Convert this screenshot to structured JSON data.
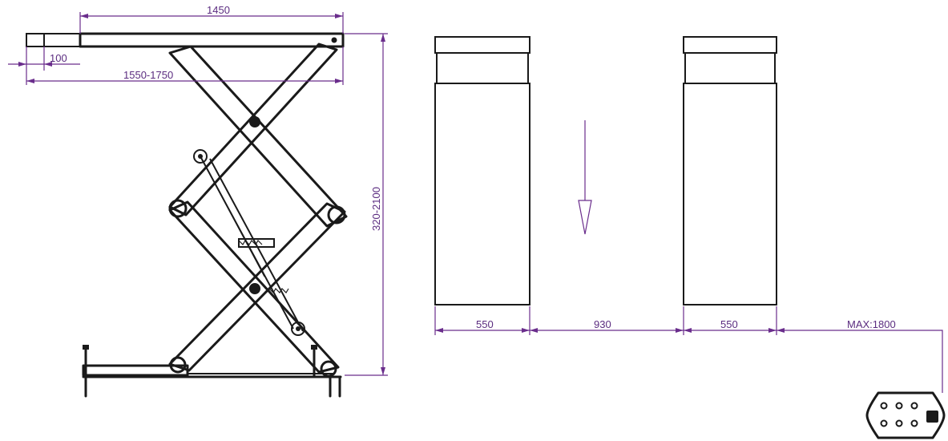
{
  "colors": {
    "outline": "#1a1a1a",
    "dimension": "#6a2d8c",
    "background": "#ffffff"
  },
  "side_view": {
    "dim_platform_length": "1450",
    "dim_extension": "100",
    "dim_total_length": "1550-1750",
    "dim_height": "320-2100"
  },
  "top_view": {
    "dim_pad_left": "550",
    "dim_gap": "930",
    "dim_pad_right": "550",
    "dim_cable": "MAX:1800"
  },
  "icons": {
    "lowering_arrow": "down-arrow-icon",
    "control_box": "control-box-icon"
  }
}
